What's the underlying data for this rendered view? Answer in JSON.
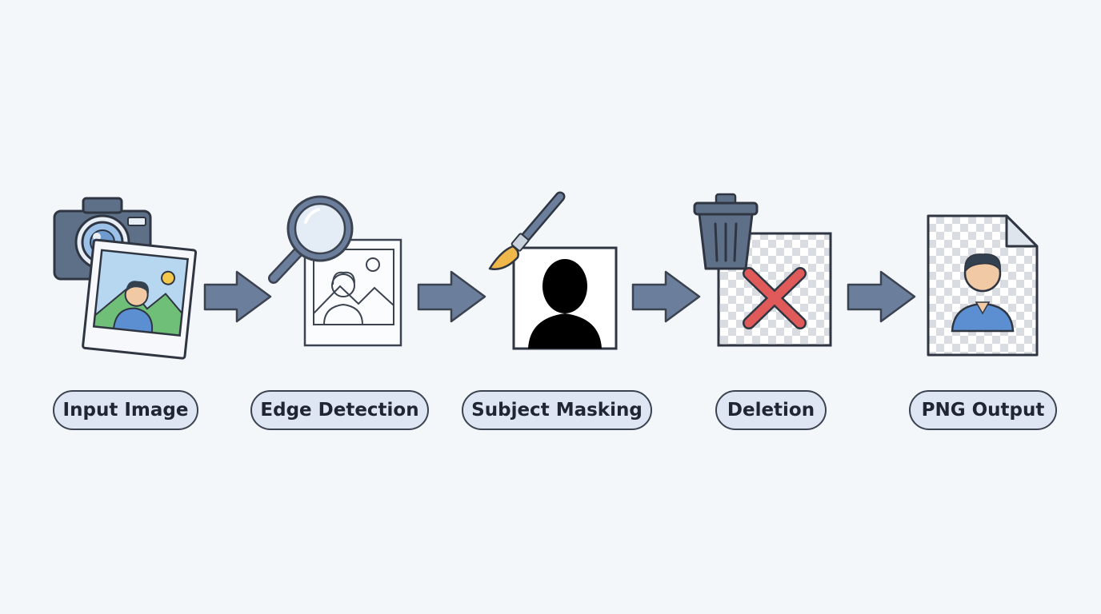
{
  "steps": [
    {
      "id": "input",
      "label": "Input Image",
      "icon": "camera-photo-icon"
    },
    {
      "id": "edge",
      "label": "Edge Detection",
      "icon": "magnifier-outline-icon"
    },
    {
      "id": "mask",
      "label": "Subject Masking",
      "icon": "brush-silhouette-icon"
    },
    {
      "id": "delete",
      "label": "Deletion",
      "icon": "trash-x-icon"
    },
    {
      "id": "output",
      "label": "PNG Output",
      "icon": "transparent-file-icon"
    }
  ],
  "colors": {
    "background": "#f3f7fa",
    "pill_fill": "#dde6f2",
    "outline": "#3b4250",
    "arrow": "#6b7e9c",
    "accent_blue": "#5b8fd1",
    "delete_red": "#e05a5a",
    "brush_tip": "#f0b74a"
  }
}
